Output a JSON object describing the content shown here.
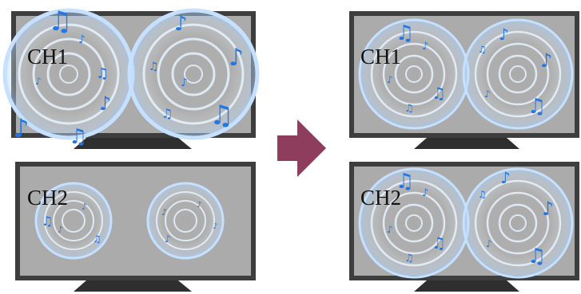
{
  "colors": {
    "screen": "#ababab",
    "bezel": "#3e3e3e",
    "stand": "#2f2f2f",
    "arrow": "#8e3d5c",
    "note": "#2176e8",
    "ring": "#e8f3ff",
    "glow": "#b7d9ff"
  },
  "icons": {
    "speaker_wave": "concentric-rings",
    "music_note": "♪",
    "double_note": "♫",
    "arrow": "right-arrow"
  },
  "panels": [
    {
      "id": "before-ch1",
      "label": "CH1",
      "volume": "high"
    },
    {
      "id": "before-ch2",
      "label": "CH2",
      "volume": "low"
    },
    {
      "id": "after-ch1",
      "label": "CH1",
      "volume": "balanced"
    },
    {
      "id": "after-ch2",
      "label": "CH2",
      "volume": "balanced"
    }
  ]
}
